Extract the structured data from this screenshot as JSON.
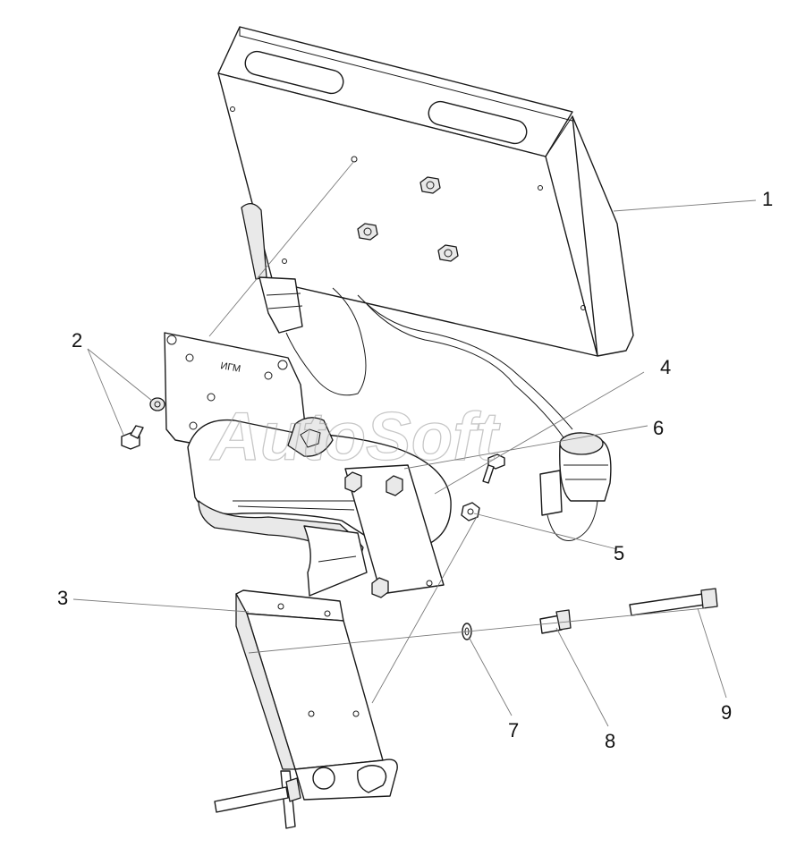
{
  "callouts": [
    {
      "id": "1",
      "text": "1"
    },
    {
      "id": "2",
      "text": "2"
    },
    {
      "id": "3",
      "text": "3"
    },
    {
      "id": "4",
      "text": "4"
    },
    {
      "id": "5",
      "text": "5"
    },
    {
      "id": "6",
      "text": "6"
    },
    {
      "id": "7",
      "text": "7"
    },
    {
      "id": "8",
      "text": "8"
    },
    {
      "id": "9",
      "text": "9"
    }
  ],
  "watermark": {
    "text": "AutoSoft"
  },
  "stamp_text": "ИГМ"
}
